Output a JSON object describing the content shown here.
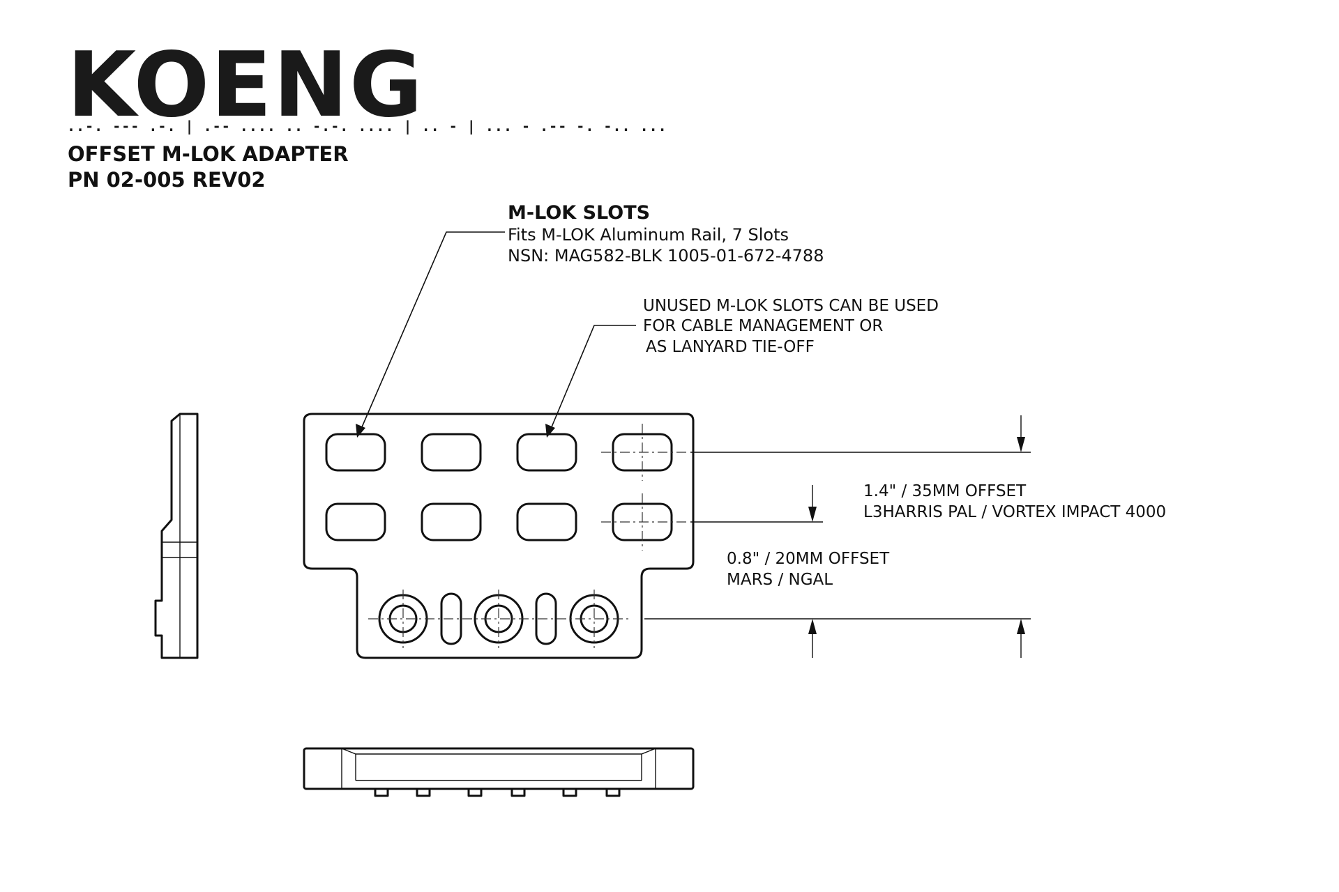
{
  "logo": {
    "brand": "KOENG",
    "morse": "..-. --- .-. | .-- .... .. -.-. .... | .. - | ... - .-- -. -.. ..."
  },
  "title_block": {
    "product": "OFFSET M-LOK ADAPTER",
    "part_number": "PN 02-005 REV02"
  },
  "callouts": {
    "mlok": {
      "heading": "M-LOK  SLOTS",
      "line1": "Fits M-LOK Aluminum Rail, 7 Slots",
      "line2": "NSN: MAG582-BLK 1005-01-672-4788"
    },
    "unused": {
      "line1": "UNUSED M-LOK SLOTS CAN BE USED",
      "line2": "FOR CABLE MANAGEMENT OR",
      "line3": "AS LANYARD TIE-OFF"
    },
    "offset_35": {
      "line1": "1.4\" / 35MM OFFSET",
      "line2": "L3HARRIS PAL / VORTEX IMPACT 4000"
    },
    "offset_20": {
      "line1": "0.8\" / 20MM OFFSET",
      "line2": "MARS / NGAL"
    }
  },
  "colors": {
    "line": "#111111",
    "logo": "#1a1a1a",
    "background": "#ffffff"
  },
  "icons": [
    "dimension-arrow-icon",
    "crosshair-icon"
  ]
}
